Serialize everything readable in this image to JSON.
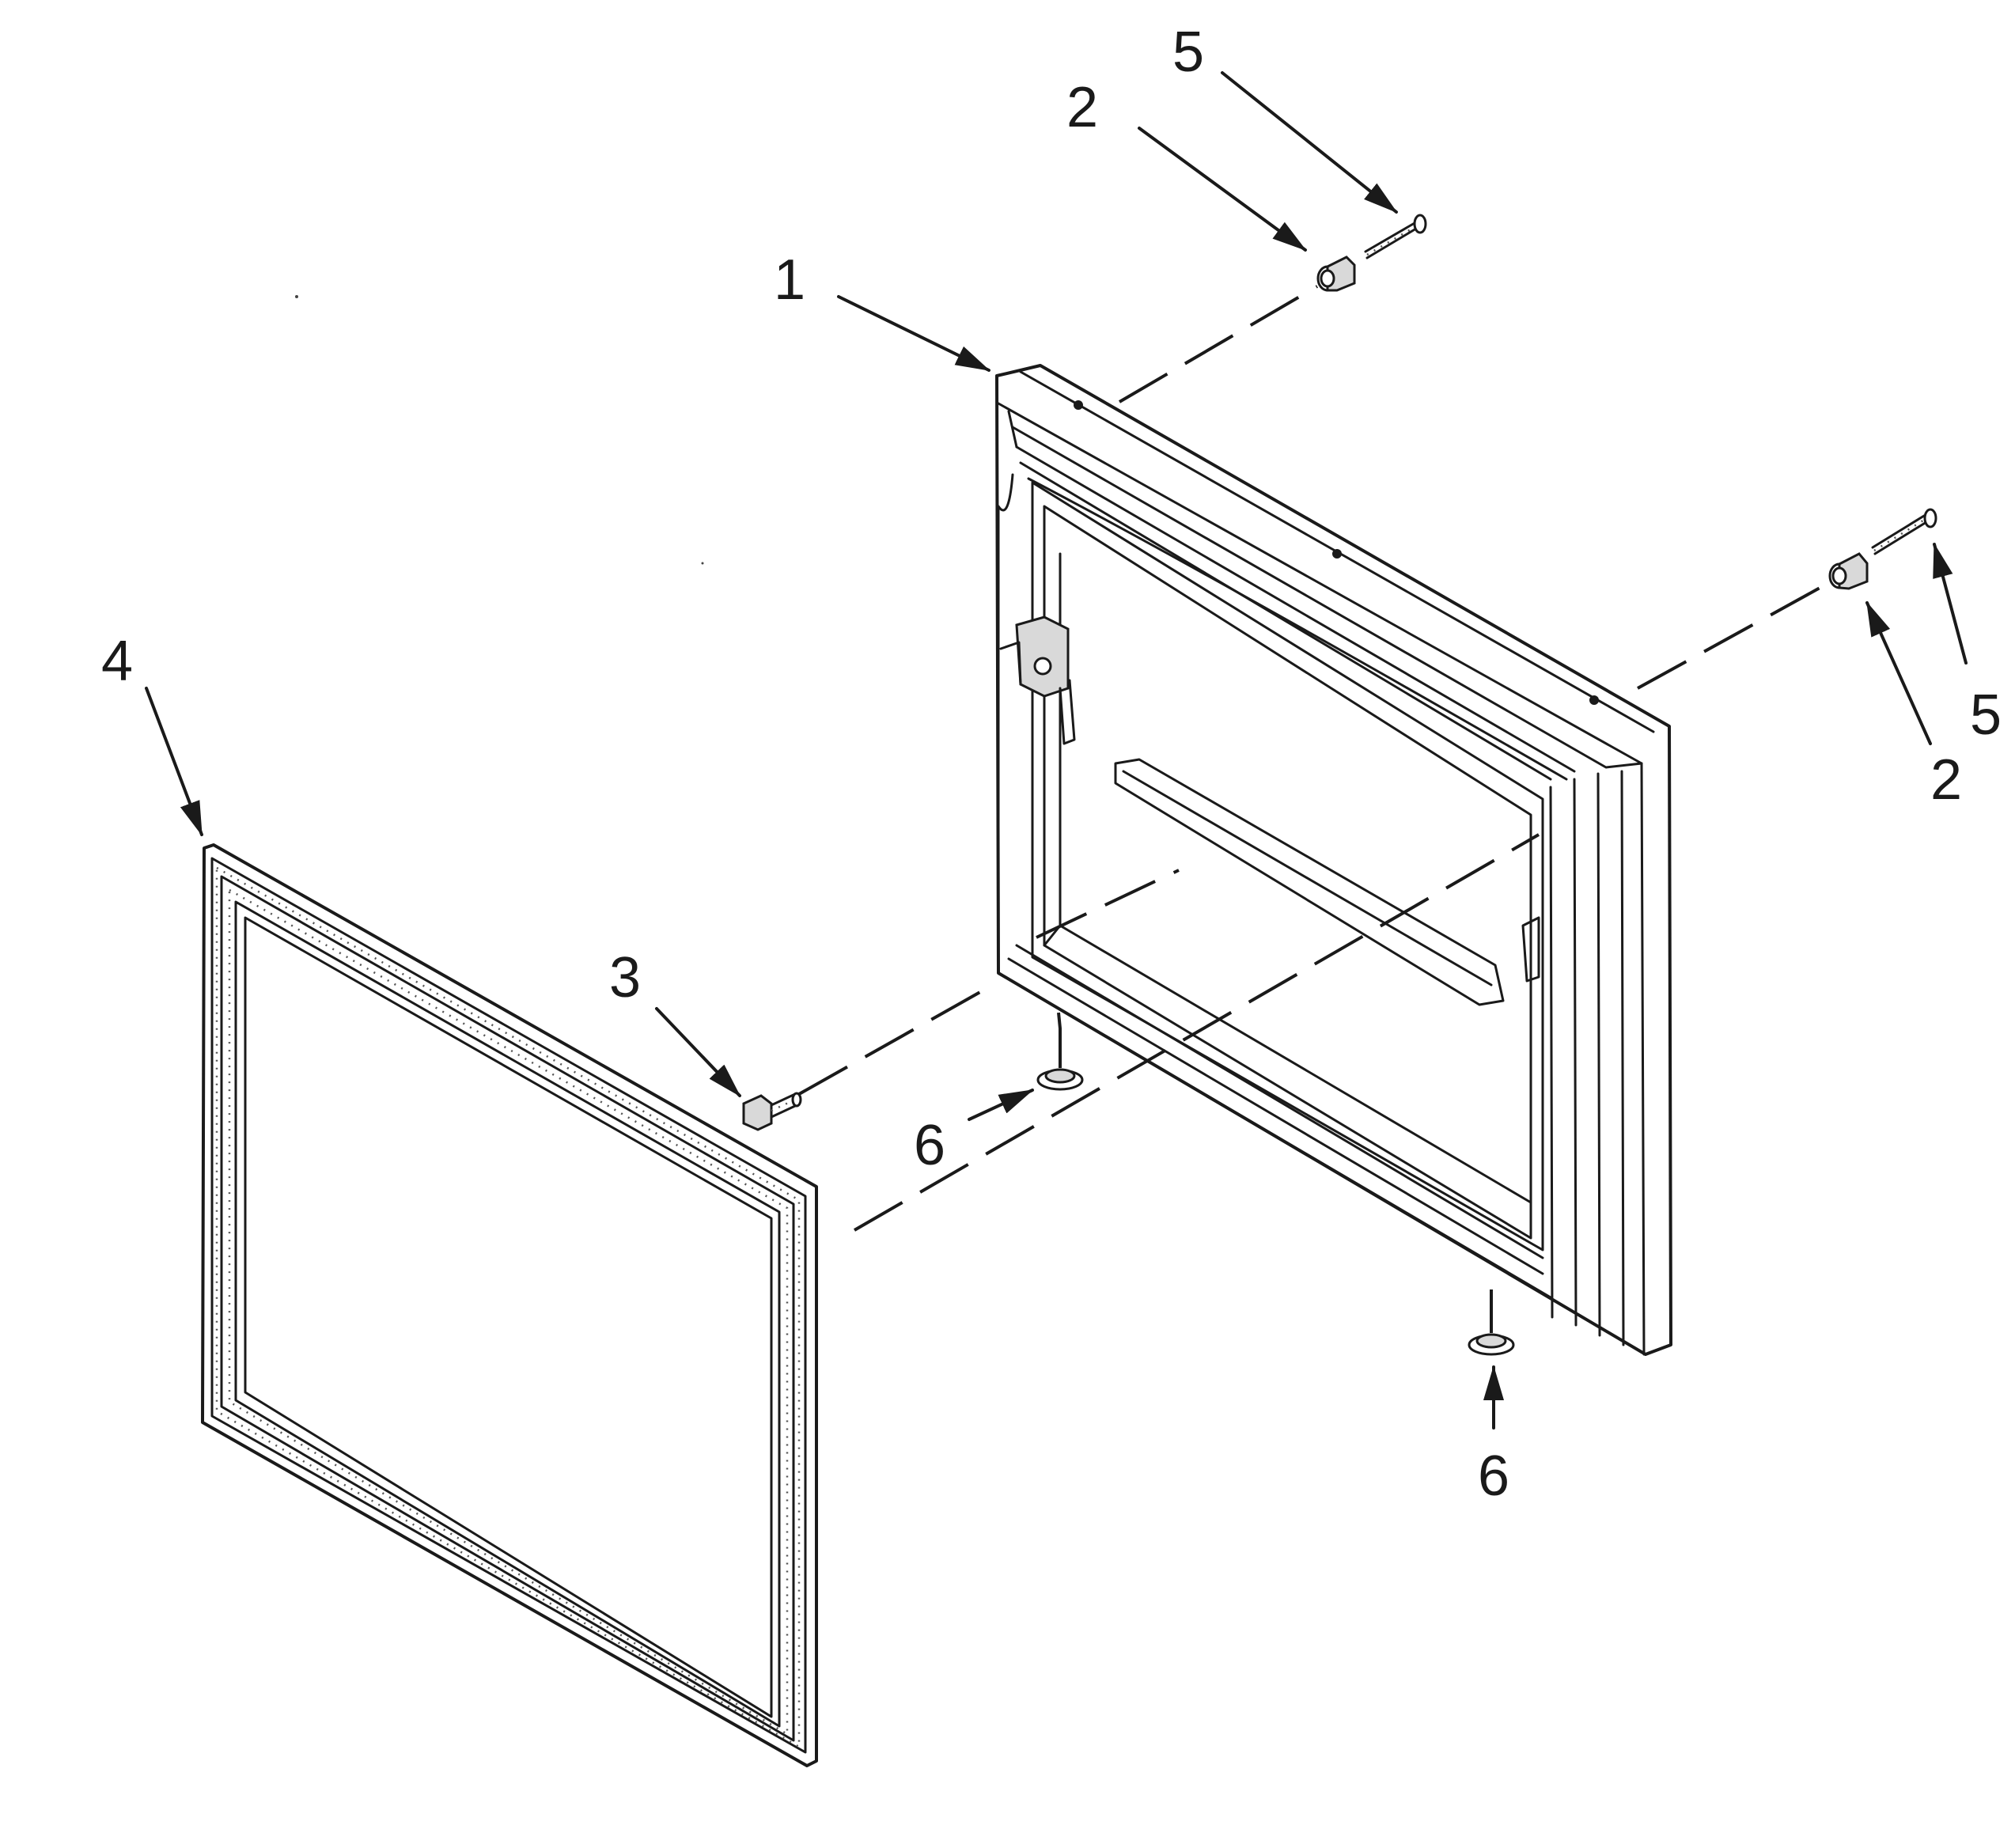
{
  "diagram": {
    "callouts": [
      {
        "id": "c1",
        "label": "1"
      },
      {
        "id": "c2a",
        "label": "2"
      },
      {
        "id": "c2b",
        "label": "2"
      },
      {
        "id": "c3",
        "label": "3"
      },
      {
        "id": "c4",
        "label": "4"
      },
      {
        "id": "c5a",
        "label": "5"
      },
      {
        "id": "c5b",
        "label": "5"
      },
      {
        "id": "c6a",
        "label": "6"
      },
      {
        "id": "c6b",
        "label": "6"
      }
    ]
  }
}
